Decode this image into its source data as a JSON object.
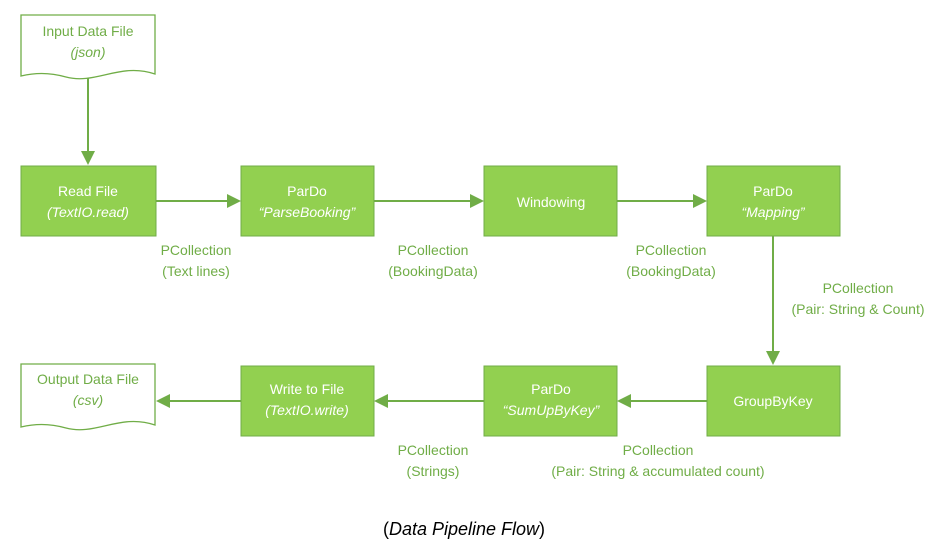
{
  "colors": {
    "box_fill": "#92d050",
    "box_stroke": "#70ad47",
    "accent": "#70ad47",
    "box_text": "#ffffff"
  },
  "nodes": {
    "input_file": {
      "line1": "Input Data File",
      "line2": "(json)"
    },
    "read_file": {
      "line1": "Read File",
      "line2": "(TextIO.read)"
    },
    "parse_booking": {
      "line1": "ParDo",
      "line2": "“ParseBooking”"
    },
    "windowing": {
      "line1": "Windowing"
    },
    "mapping": {
      "line1": "ParDo",
      "line2": "“Mapping”"
    },
    "group_by_key": {
      "line1": "GroupByKey"
    },
    "sum_up_by_key": {
      "line1": "ParDo",
      "line2": "“SumUpByKey”"
    },
    "write_file": {
      "line1": "Write to File",
      "line2": "(TextIO.write)"
    },
    "output_file": {
      "line1": "Output Data File",
      "line2": "(csv)"
    }
  },
  "edges": {
    "read_to_parse": {
      "line1": "PCollection",
      "line2": "(Text lines)"
    },
    "parse_to_window": {
      "line1": "PCollection",
      "line2": "(BookingData)"
    },
    "window_to_map": {
      "line1": "PCollection",
      "line2": "(BookingData)"
    },
    "map_to_group": {
      "line1": "PCollection",
      "line2": "(Pair: String & Count)"
    },
    "group_to_sum": {
      "line1": "PCollection",
      "line2": "(Pair: String & accumulated count)"
    },
    "sum_to_write": {
      "line1": "PCollection",
      "line2": "(Strings)"
    }
  },
  "caption": {
    "open": "(",
    "title": "Data Pipeline Flow",
    "close": ")"
  }
}
